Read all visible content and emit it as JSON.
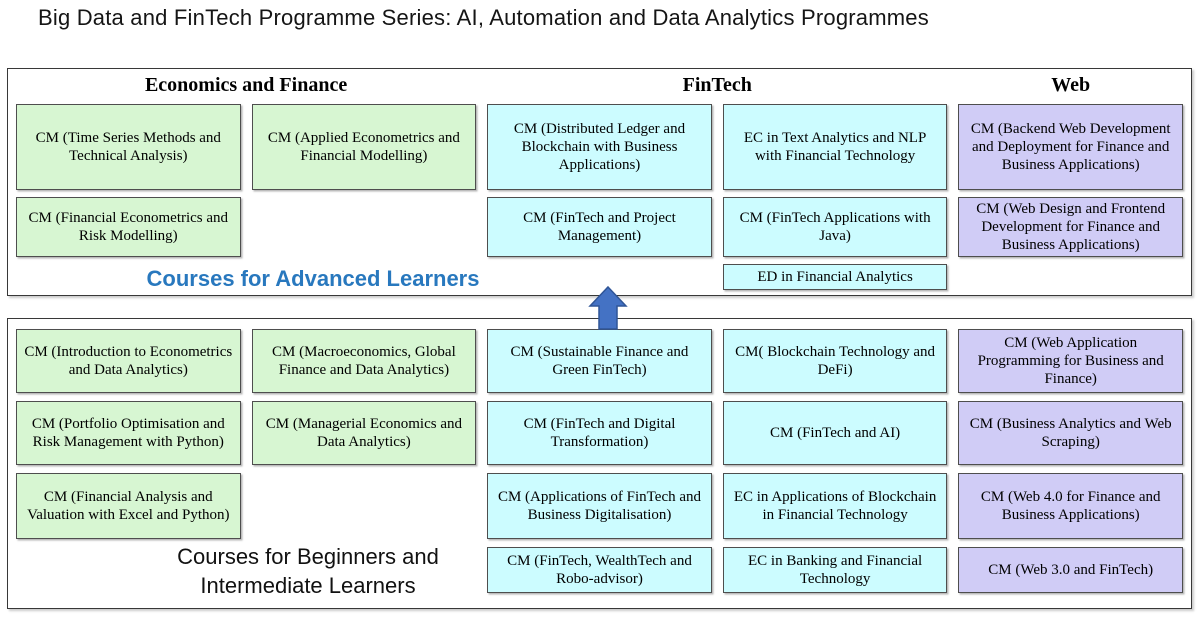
{
  "title": "Big Data and FinTech Programme Series: AI, Automation and Data Analytics Programmes",
  "colors": {
    "green": "#d7f6d2",
    "cyan": "#ccfcff",
    "purple": "#d0ccf6",
    "accent_blue": "#2878be",
    "arrow_fill": "#4472c4",
    "arrow_border": "#2f5597"
  },
  "advanced_section": {
    "label": "Courses for Advanced Learners",
    "headers": [
      {
        "label": "Economics and Finance"
      },
      {
        "label": "FinTech"
      },
      {
        "label": "Web"
      }
    ],
    "courses": [
      {
        "text": "CM (Time Series Methods and Technical Analysis)",
        "color": "green",
        "col": 1,
        "row": 1
      },
      {
        "text": "CM (Applied Econometrics and Financial Modelling)",
        "color": "green",
        "col": 2,
        "row": 1
      },
      {
        "text": "CM (Distributed Ledger and Blockchain with Business Applications)",
        "color": "cyan",
        "col": 3,
        "row": 1
      },
      {
        "text": "EC in Text Analytics and NLP with Financial Technology",
        "color": "cyan",
        "col": 4,
        "row": 1
      },
      {
        "text": "CM (Backend Web Development and Deployment for Finance and Business Applications)",
        "color": "purple",
        "col": 5,
        "row": 1
      },
      {
        "text": "CM (Financial Econometrics and Risk Modelling)",
        "color": "green",
        "col": 1,
        "row": 2
      },
      {
        "text": "CM (FinTech and Project Management)",
        "color": "cyan",
        "col": 3,
        "row": 2
      },
      {
        "text": "CM (FinTech Applications with Java)",
        "color": "cyan",
        "col": 4,
        "row": 2
      },
      {
        "text": "CM (Web Design and Frontend Development for Finance and Business Applications)",
        "color": "purple",
        "col": 5,
        "row": 2
      },
      {
        "text": "ED in Financial Analytics",
        "color": "cyan",
        "col": 4,
        "row": 3
      }
    ]
  },
  "beginner_section": {
    "label": "Courses for Beginners and Intermediate Learners",
    "courses": [
      {
        "text": "CM (Introduction to Econometrics and Data Analytics)",
        "color": "green",
        "col": 1,
        "row": 1
      },
      {
        "text": "CM (Macroeconomics, Global Finance and Data Analytics)",
        "color": "green",
        "col": 2,
        "row": 1
      },
      {
        "text": "CM (Sustainable Finance and Green FinTech)",
        "color": "cyan",
        "col": 3,
        "row": 1
      },
      {
        "text": "CM( Blockchain Technology and DeFi)",
        "color": "cyan",
        "col": 4,
        "row": 1
      },
      {
        "text": "CM (Web Application Programming for Business and Finance)",
        "color": "purple",
        "col": 5,
        "row": 1
      },
      {
        "text": "CM (Portfolio Optimisation and Risk Management with Python)",
        "color": "green",
        "col": 1,
        "row": 2
      },
      {
        "text": "CM (Managerial Economics and Data Analytics)",
        "color": "green",
        "col": 2,
        "row": 2
      },
      {
        "text": "CM (FinTech and Digital Transformation)",
        "color": "cyan",
        "col": 3,
        "row": 2
      },
      {
        "text": "CM (FinTech and AI)",
        "color": "cyan",
        "col": 4,
        "row": 2
      },
      {
        "text": "CM (Business Analytics and Web Scraping)",
        "color": "purple",
        "col": 5,
        "row": 2
      },
      {
        "text": "CM (Financial Analysis and Valuation with Excel and Python)",
        "color": "green",
        "col": 1,
        "row": 3
      },
      {
        "text": "CM (Applications of FinTech and Business Digitalisation)",
        "color": "cyan",
        "col": 3,
        "row": 3
      },
      {
        "text": "EC in Applications of Blockchain in Financial Technology",
        "color": "cyan",
        "col": 4,
        "row": 3
      },
      {
        "text": "CM (Web 4.0 for Finance and Business Applications)",
        "color": "purple",
        "col": 5,
        "row": 3
      },
      {
        "text": "CM (FinTech, WealthTech and Robo-advisor)",
        "color": "cyan",
        "col": 3,
        "row": 4
      },
      {
        "text": "EC in Banking and Financial Technology",
        "color": "cyan",
        "col": 4,
        "row": 4
      },
      {
        "text": "CM (Web 3.0 and FinTech)",
        "color": "purple",
        "col": 5,
        "row": 4
      }
    ]
  },
  "arrow": {
    "name": "up-arrow"
  }
}
